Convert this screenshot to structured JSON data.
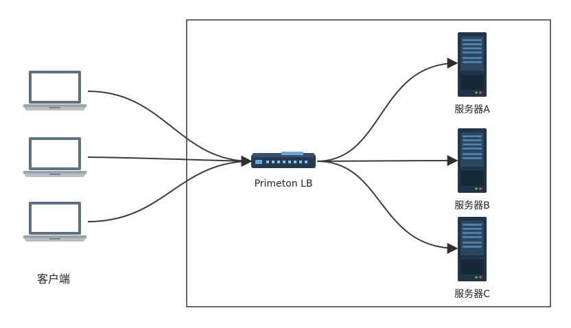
{
  "clients_label": "客户端",
  "lb": {
    "label": "Primeton LB"
  },
  "servers": [
    {
      "label": "服务器A"
    },
    {
      "label": "服务器B"
    },
    {
      "label": "服务器C"
    }
  ],
  "colors": {
    "frame": "#333333",
    "connector": "#3a3a3a",
    "laptop_bezel": "#5e6f80",
    "laptop_screen": "#ffffff",
    "laptop_base": "#b8bec4",
    "switch_body": "#243a52",
    "switch_accent": "#6aa6d6",
    "server_body": "#1f3447",
    "server_panel": "#4d7fa8",
    "server_led": "#e0504a"
  },
  "icons": {
    "client": "laptop-icon",
    "lb": "network-switch-icon",
    "server": "server-icon"
  }
}
